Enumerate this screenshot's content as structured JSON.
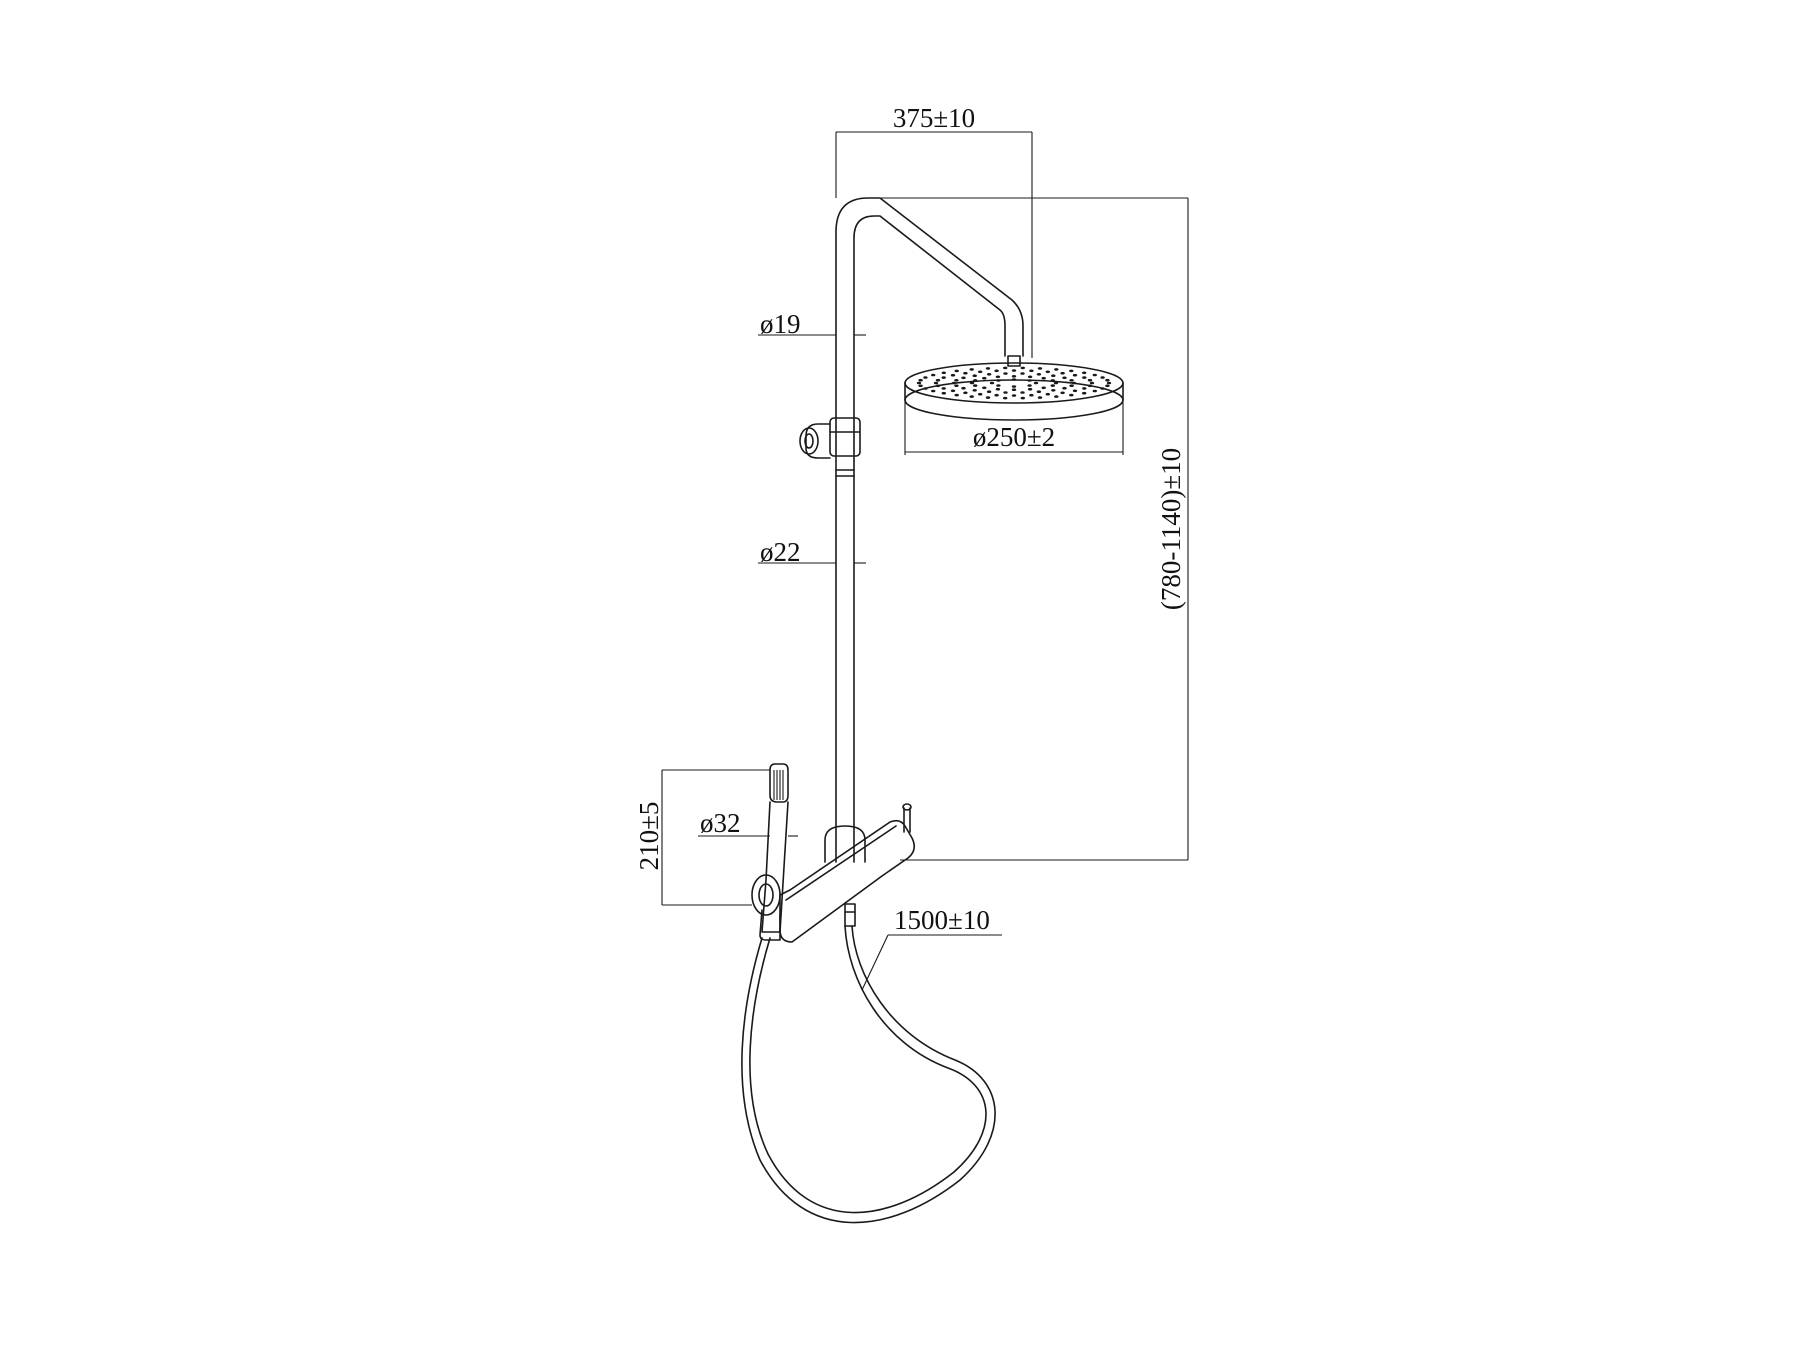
{
  "dimensions": {
    "arm_reach": "375±10",
    "riser_upper_diameter": "ø19",
    "riser_lower_diameter": "ø22",
    "head_diameter": "ø250±2",
    "height_range": "(780-1140)±10",
    "handshower_diameter": "ø32",
    "handshower_height": "210±5",
    "hose_length": "1500±10"
  },
  "colors": {
    "line": "#1a1a1a",
    "background": "#ffffff"
  }
}
